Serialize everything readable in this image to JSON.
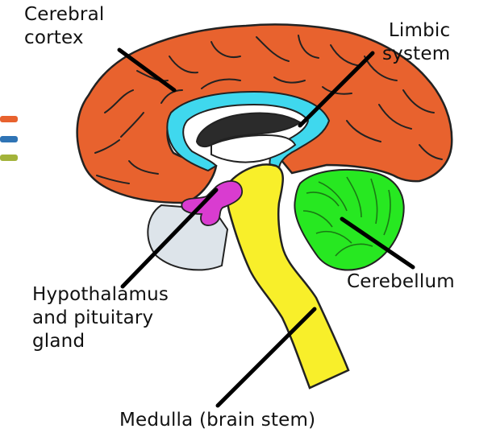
{
  "labels": {
    "cerebral_cortex": [
      "Cerebral",
      "cortex"
    ],
    "limbic_system": [
      "Limbic",
      "system"
    ],
    "hypothalamus": [
      "Hypothalamus",
      "and pituitary",
      "gland"
    ],
    "cerebellum": "Cerebellum",
    "medulla": "Medulla (brain stem)"
  },
  "colors": {
    "cerebral_cortex": "#e8622e",
    "limbic_system": "#3fd8ee",
    "hypothalamus": "#d93cd0",
    "cerebellum": "#27e821",
    "medulla": "#f8ef2a",
    "ventricle": "#2b2b2b",
    "lower_region": "#dde4ea",
    "side_bars": [
      "#e8622e",
      "#2f74b5",
      "#a3b33a"
    ]
  }
}
